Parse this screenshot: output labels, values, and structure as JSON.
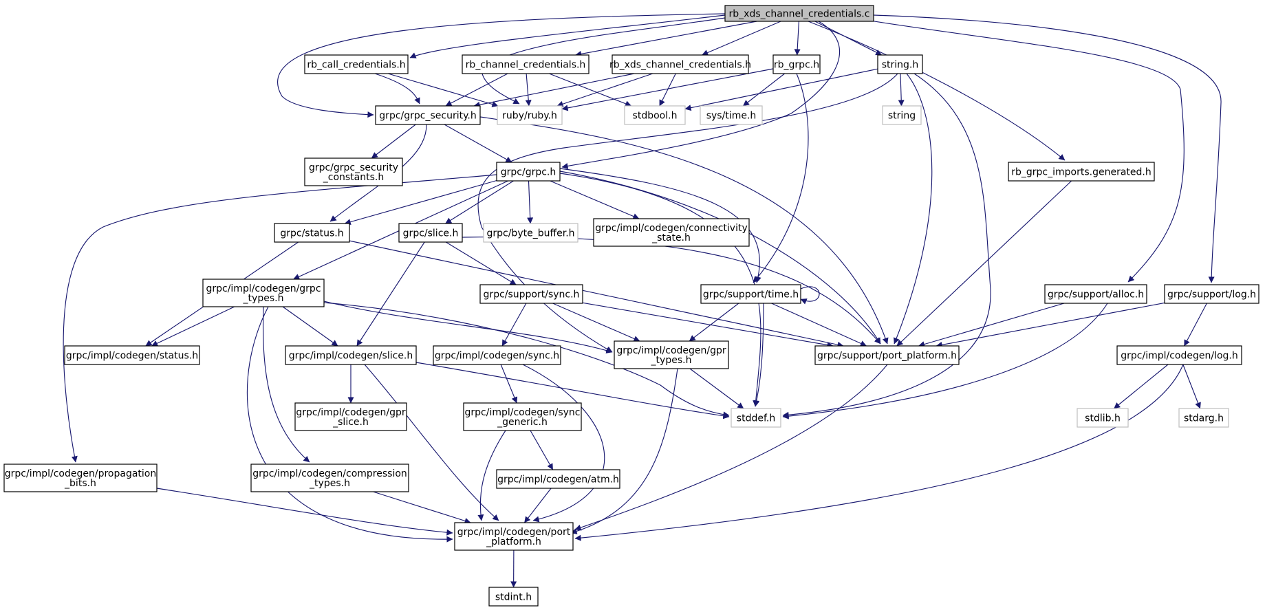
{
  "diagram": {
    "colors": {
      "edge": "#191970",
      "node_border": "#000000",
      "node_border_external": "#bfbfbf",
      "root_fill": "#bfbfbf",
      "node_fill": "#ffffff",
      "text": "#000000"
    },
    "nodes": [
      {
        "id": "root",
        "lines": [
          "rb_xds_channel_credentials.c"
        ],
        "style": "root"
      },
      {
        "id": "rb_call",
        "lines": [
          "rb_call_credentials.h"
        ],
        "style": "normal"
      },
      {
        "id": "rb_channel",
        "lines": [
          "rb_channel_credentials.h"
        ],
        "style": "normal"
      },
      {
        "id": "rb_xds",
        "lines": [
          "rb_xds_channel_credentials.h"
        ],
        "style": "normal"
      },
      {
        "id": "rb_grpc",
        "lines": [
          "rb_grpc.h"
        ],
        "style": "normal"
      },
      {
        "id": "string_h",
        "lines": [
          "string.h"
        ],
        "style": "normal"
      },
      {
        "id": "grpc_security",
        "lines": [
          "grpc/grpc_security.h"
        ],
        "style": "normal"
      },
      {
        "id": "ruby",
        "lines": [
          "ruby/ruby.h"
        ],
        "style": "external"
      },
      {
        "id": "stdbool",
        "lines": [
          "stdbool.h"
        ],
        "style": "external"
      },
      {
        "id": "systime",
        "lines": [
          "sys/time.h"
        ],
        "style": "external"
      },
      {
        "id": "string",
        "lines": [
          "string"
        ],
        "style": "external"
      },
      {
        "id": "sec_const",
        "lines": [
          "grpc/grpc_security",
          "_constants.h"
        ],
        "style": "normal"
      },
      {
        "id": "grpc_h",
        "lines": [
          "grpc/grpc.h"
        ],
        "style": "normal"
      },
      {
        "id": "imports",
        "lines": [
          "rb_grpc_imports.generated.h"
        ],
        "style": "normal"
      },
      {
        "id": "status",
        "lines": [
          "grpc/status.h"
        ],
        "style": "normal"
      },
      {
        "id": "slice",
        "lines": [
          "grpc/slice.h"
        ],
        "style": "normal"
      },
      {
        "id": "byte_buffer",
        "lines": [
          "grpc/byte_buffer.h"
        ],
        "style": "external"
      },
      {
        "id": "conn_state",
        "lines": [
          "grpc/impl/codegen/connectivity",
          "_state.h"
        ],
        "style": "normal"
      },
      {
        "id": "grpc_types",
        "lines": [
          "grpc/impl/codegen/grpc",
          "_types.h"
        ],
        "style": "normal"
      },
      {
        "id": "sync",
        "lines": [
          "grpc/support/sync.h"
        ],
        "style": "normal"
      },
      {
        "id": "time",
        "lines": [
          "grpc/support/time.h"
        ],
        "style": "normal"
      },
      {
        "id": "alloc",
        "lines": [
          "grpc/support/alloc.h"
        ],
        "style": "normal"
      },
      {
        "id": "log",
        "lines": [
          "grpc/support/log.h"
        ],
        "style": "normal"
      },
      {
        "id": "cg_status",
        "lines": [
          "grpc/impl/codegen/status.h"
        ],
        "style": "normal"
      },
      {
        "id": "cg_slice",
        "lines": [
          "grpc/impl/codegen/slice.h"
        ],
        "style": "normal"
      },
      {
        "id": "cg_sync",
        "lines": [
          "grpc/impl/codegen/sync.h"
        ],
        "style": "normal"
      },
      {
        "id": "gpr_types",
        "lines": [
          "grpc/impl/codegen/gpr",
          "_types.h"
        ],
        "style": "normal"
      },
      {
        "id": "port_platform",
        "lines": [
          "grpc/support/port_platform.h"
        ],
        "style": "normal"
      },
      {
        "id": "cg_log",
        "lines": [
          "grpc/impl/codegen/log.h"
        ],
        "style": "normal"
      },
      {
        "id": "gpr_slice",
        "lines": [
          "grpc/impl/codegen/gpr",
          "_slice.h"
        ],
        "style": "normal"
      },
      {
        "id": "sync_generic",
        "lines": [
          "grpc/impl/codegen/sync",
          "_generic.h"
        ],
        "style": "normal"
      },
      {
        "id": "stddef",
        "lines": [
          "stddef.h"
        ],
        "style": "external"
      },
      {
        "id": "stdlib",
        "lines": [
          "stdlib.h"
        ],
        "style": "external"
      },
      {
        "id": "stdarg",
        "lines": [
          "stdarg.h"
        ],
        "style": "external"
      },
      {
        "id": "atm",
        "lines": [
          "grpc/impl/codegen/atm.h"
        ],
        "style": "normal"
      },
      {
        "id": "propagation",
        "lines": [
          "grpc/impl/codegen/propagation",
          "_bits.h"
        ],
        "style": "normal"
      },
      {
        "id": "compression",
        "lines": [
          "grpc/impl/codegen/compression",
          "_types.h"
        ],
        "style": "normal"
      },
      {
        "id": "cg_port",
        "lines": [
          "grpc/impl/codegen/port",
          "_platform.h"
        ],
        "style": "normal"
      },
      {
        "id": "stdint",
        "lines": [
          "stdint.h"
        ],
        "style": "normal"
      }
    ],
    "edges": [
      [
        "root",
        "rb_call"
      ],
      [
        "root",
        "rb_channel"
      ],
      [
        "root",
        "rb_xds"
      ],
      [
        "root",
        "rb_grpc"
      ],
      [
        "root",
        "string_h"
      ],
      [
        "root",
        "grpc_security"
      ],
      [
        "root",
        "ruby"
      ],
      [
        "root",
        "grpc_h"
      ],
      [
        "root",
        "imports"
      ],
      [
        "root",
        "alloc"
      ],
      [
        "root",
        "log"
      ],
      [
        "rb_call",
        "grpc_security"
      ],
      [
        "rb_call",
        "ruby"
      ],
      [
        "rb_channel",
        "grpc_security"
      ],
      [
        "rb_channel",
        "ruby"
      ],
      [
        "rb_channel",
        "stdbool"
      ],
      [
        "rb_xds",
        "grpc_security"
      ],
      [
        "rb_xds",
        "ruby"
      ],
      [
        "rb_xds",
        "stdbool"
      ],
      [
        "rb_grpc",
        "ruby"
      ],
      [
        "rb_grpc",
        "systime"
      ],
      [
        "rb_grpc",
        "time"
      ],
      [
        "string_h",
        "stdbool"
      ],
      [
        "string_h",
        "string"
      ],
      [
        "string_h",
        "gpr_types"
      ],
      [
        "string_h",
        "port_platform"
      ],
      [
        "string_h",
        "stddef"
      ],
      [
        "grpc_security",
        "sec_const"
      ],
      [
        "grpc_security",
        "grpc_h"
      ],
      [
        "grpc_security",
        "status"
      ],
      [
        "grpc_security",
        "port_platform"
      ],
      [
        "grpc_h",
        "status"
      ],
      [
        "grpc_h",
        "slice"
      ],
      [
        "grpc_h",
        "byte_buffer"
      ],
      [
        "grpc_h",
        "conn_state"
      ],
      [
        "grpc_h",
        "grpc_types"
      ],
      [
        "grpc_h",
        "propagation"
      ],
      [
        "grpc_h",
        "time"
      ],
      [
        "grpc_h",
        "port_platform"
      ],
      [
        "grpc_h",
        "stddef"
      ],
      [
        "imports",
        "port_platform"
      ],
      [
        "status",
        "cg_status"
      ],
      [
        "status",
        "port_platform"
      ],
      [
        "slice",
        "sync"
      ],
      [
        "slice",
        "cg_slice"
      ],
      [
        "slice",
        "port_platform"
      ],
      [
        "grpc_types",
        "cg_status"
      ],
      [
        "grpc_types",
        "cg_slice"
      ],
      [
        "grpc_types",
        "gpr_types"
      ],
      [
        "grpc_types",
        "compression"
      ],
      [
        "grpc_types",
        "cg_port"
      ],
      [
        "grpc_types",
        "stddef"
      ],
      [
        "sync",
        "cg_sync"
      ],
      [
        "sync",
        "gpr_types"
      ],
      [
        "sync",
        "port_platform"
      ],
      [
        "time",
        "time"
      ],
      [
        "time",
        "gpr_types"
      ],
      [
        "time",
        "port_platform"
      ],
      [
        "time",
        "stddef"
      ],
      [
        "alloc",
        "port_platform"
      ],
      [
        "alloc",
        "stddef"
      ],
      [
        "log",
        "port_platform"
      ],
      [
        "log",
        "cg_log"
      ],
      [
        "cg_slice",
        "gpr_slice"
      ],
      [
        "cg_slice",
        "cg_port"
      ],
      [
        "cg_slice",
        "stddef"
      ],
      [
        "cg_sync",
        "sync_generic"
      ],
      [
        "cg_sync",
        "cg_port"
      ],
      [
        "gpr_types",
        "stddef"
      ],
      [
        "gpr_types",
        "cg_port"
      ],
      [
        "port_platform",
        "cg_port"
      ],
      [
        "cg_log",
        "stdlib"
      ],
      [
        "cg_log",
        "stdarg"
      ],
      [
        "cg_log",
        "cg_port"
      ],
      [
        "sync_generic",
        "atm"
      ],
      [
        "sync_generic",
        "cg_port"
      ],
      [
        "atm",
        "cg_port"
      ],
      [
        "propagation",
        "cg_port"
      ],
      [
        "compression",
        "cg_port"
      ],
      [
        "cg_port",
        "stdint"
      ]
    ]
  }
}
